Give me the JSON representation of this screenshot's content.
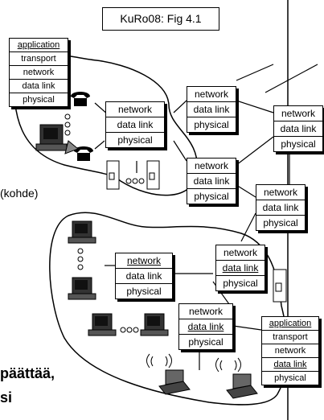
{
  "caption": "KuRo08: Fig 4.1",
  "stacks": {
    "host_left": [
      "application",
      "transport",
      "network",
      "data link",
      "physical"
    ],
    "router_a": [
      "network",
      "data link",
      "physical"
    ],
    "router_b": [
      "network",
      "data link",
      "physical"
    ],
    "router_c": [
      "network",
      "data link",
      "physical"
    ],
    "router_d": [
      "network",
      "data link",
      "physical"
    ],
    "router_e": [
      "network",
      "data link",
      "physical"
    ],
    "router_f": [
      "network",
      "data link",
      "physical"
    ],
    "router_g": [
      "network",
      "data link",
      "physical"
    ],
    "router_h": [
      "network",
      "data link",
      "physical"
    ],
    "host_right": [
      "application",
      "transport",
      "network",
      "data link",
      "physical"
    ]
  },
  "side_text": "(kohde)",
  "bottom_text_1": "päättää,",
  "bottom_text_2": "si"
}
